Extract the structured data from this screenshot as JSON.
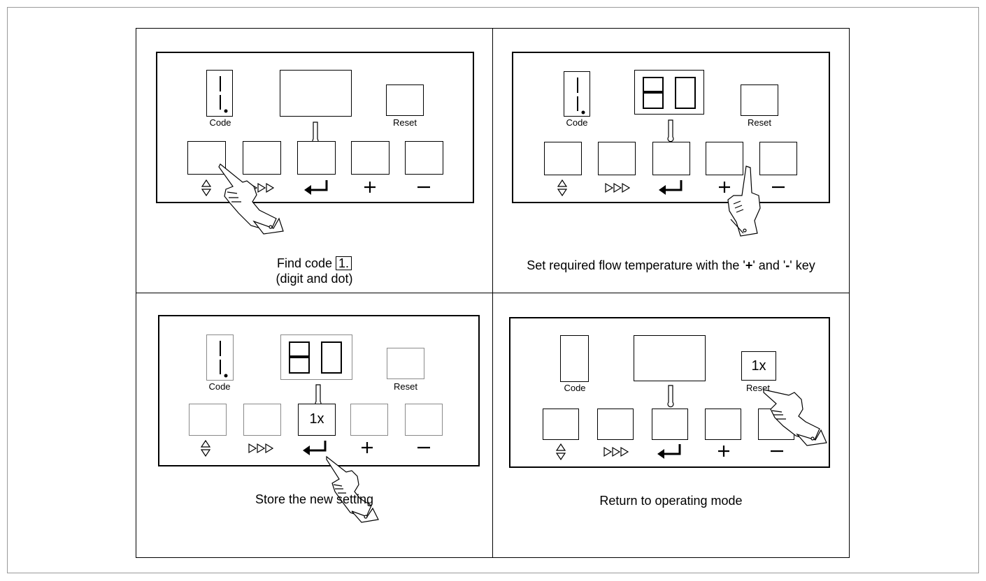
{
  "steps": [
    {
      "caption_prefix": "Find code",
      "caption_code": "1.",
      "caption_line2": "(digit and dot)",
      "code_display": "1.",
      "temp_display": ""
    },
    {
      "caption_prefix": "Set required flow temperature with the '",
      "caption_plus": "+",
      "caption_mid": "' and '",
      "caption_minus": "-",
      "caption_suffix": "' key",
      "code_display": "1.",
      "temp_display": "80"
    },
    {
      "caption": "Store the new setting",
      "code_display": "1.",
      "temp_display": "80",
      "press_label": "1x"
    },
    {
      "caption": "Return to operating mode",
      "press_label": "1x"
    }
  ],
  "labels": {
    "code": "Code",
    "reset": "Reset"
  },
  "keys": [
    "up-down-arrow-icon",
    "triple-arrow-icon",
    "enter-icon",
    "plus-icon",
    "minus-icon"
  ]
}
